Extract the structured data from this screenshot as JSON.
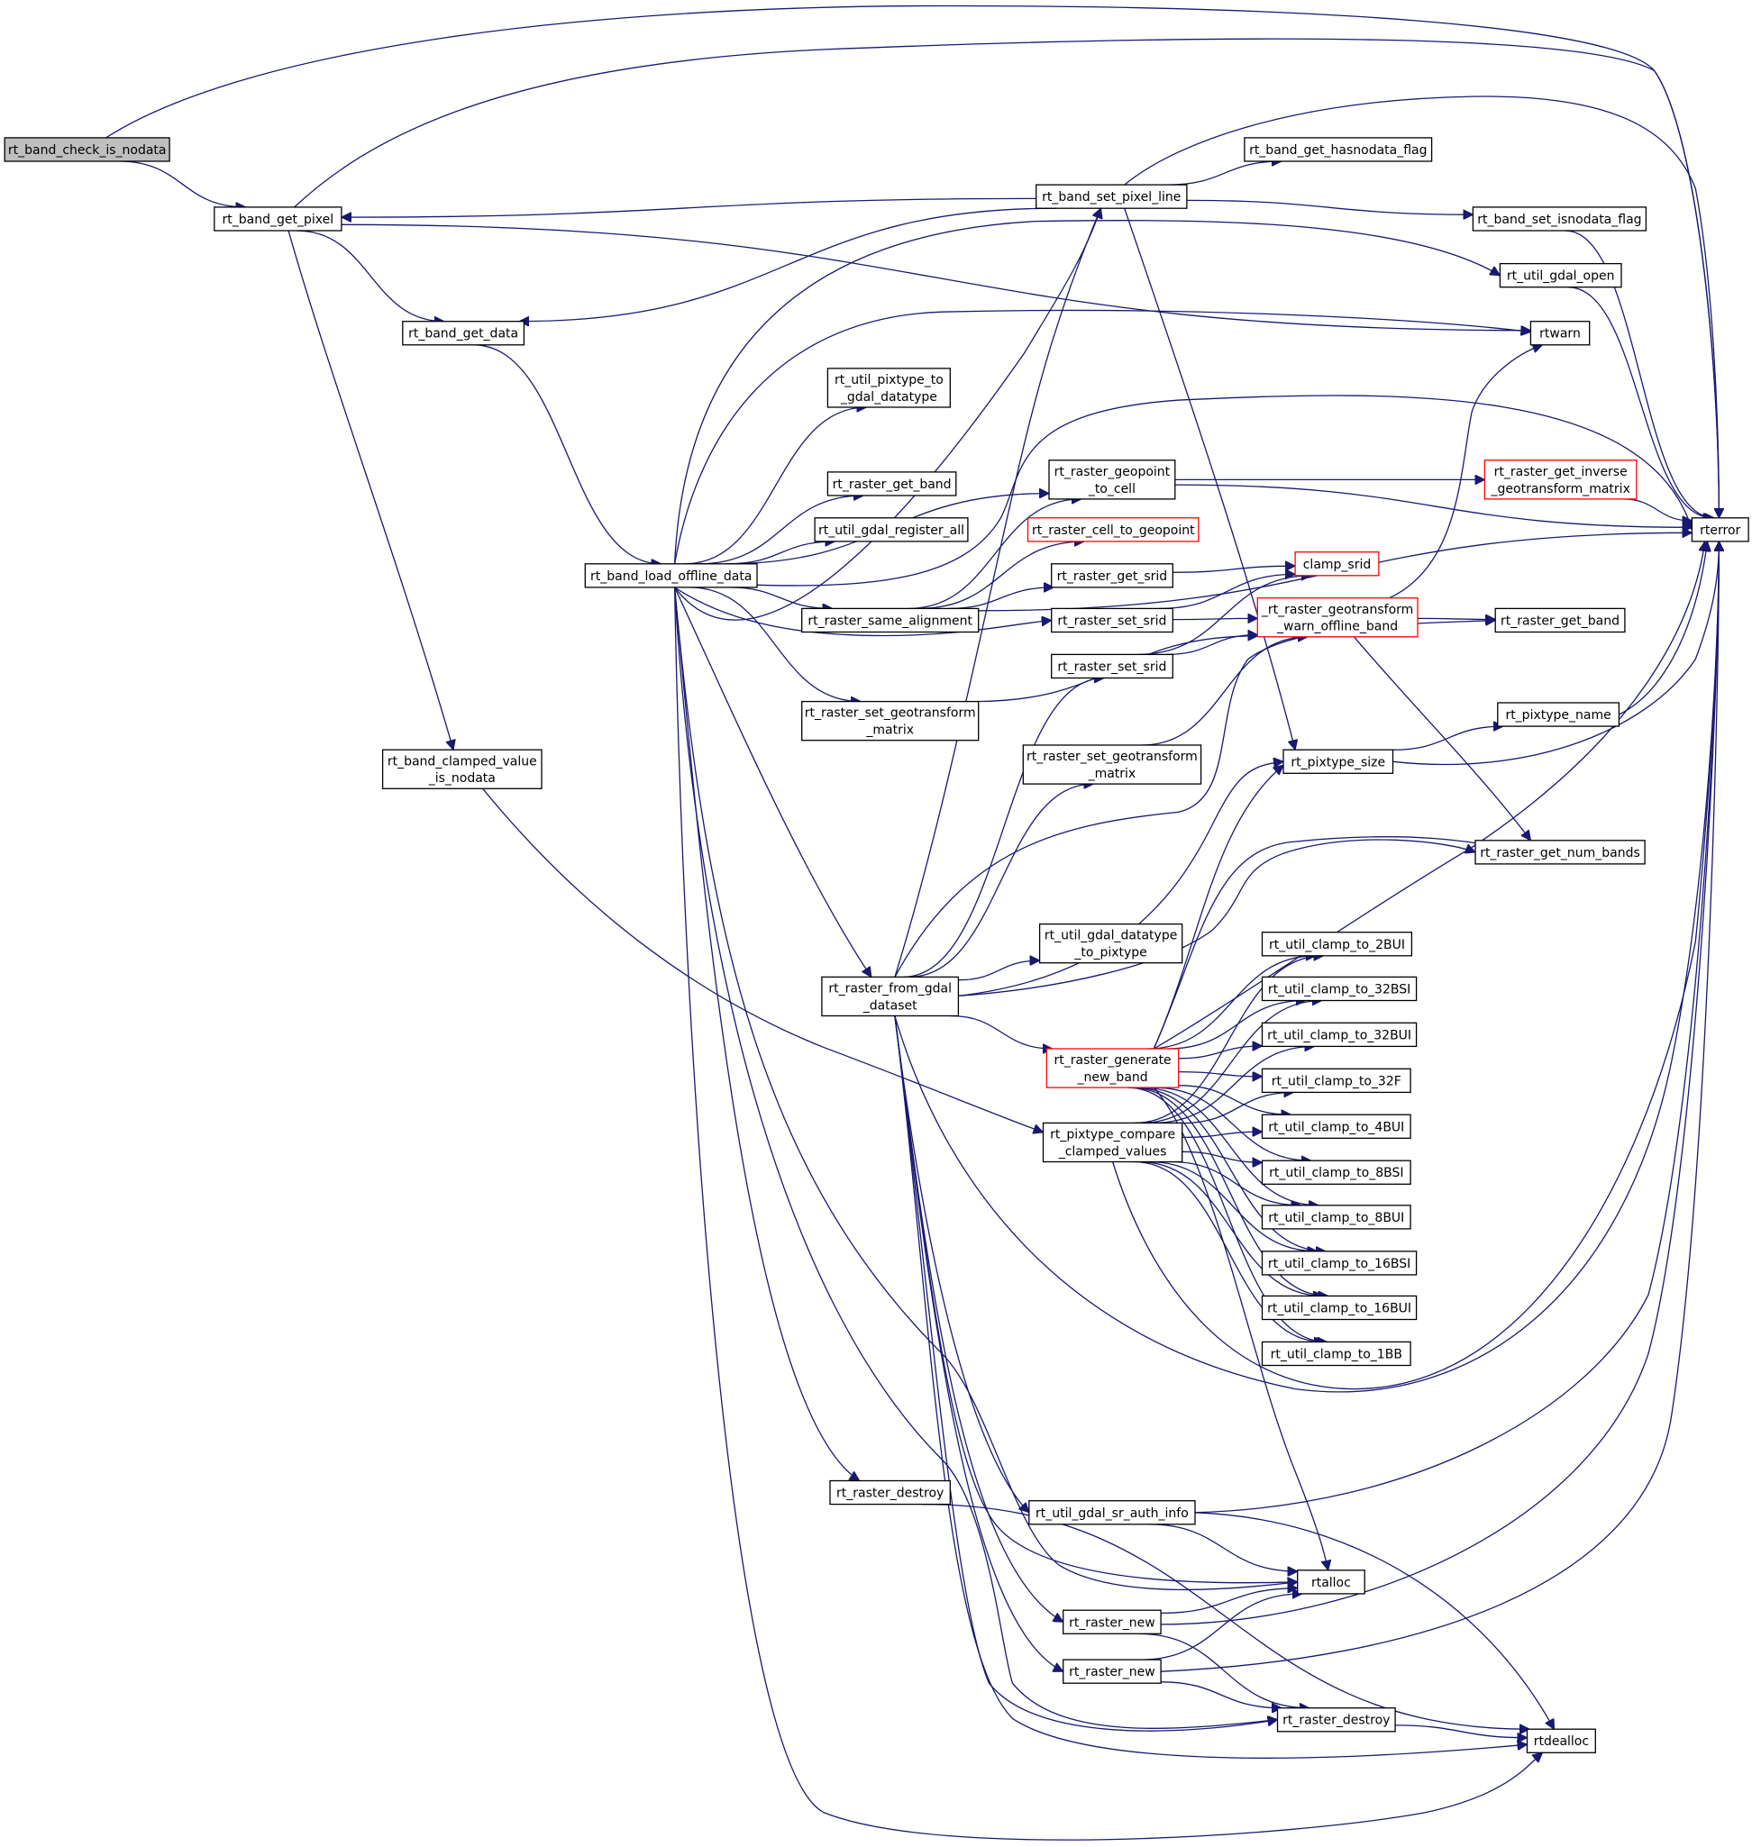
{
  "diagram": {
    "nodes": [
      {
        "id": "n_check",
        "lines": [
          "rt_band_check_is_nodata"
        ],
        "style": "root"
      },
      {
        "id": "n_get_pixel",
        "lines": [
          "rt_band_get_pixel"
        ],
        "style": "normal"
      },
      {
        "id": "n_get_data",
        "lines": [
          "rt_band_get_data"
        ],
        "style": "normal"
      },
      {
        "id": "n_clamped_nodata",
        "lines": [
          "rt_band_clamped_value",
          "_is_nodata"
        ],
        "style": "normal"
      },
      {
        "id": "n_load_offline",
        "lines": [
          "rt_band_load_offline_data"
        ],
        "style": "normal"
      },
      {
        "id": "n_set_pixel_line",
        "lines": [
          "rt_band_set_pixel_line"
        ],
        "style": "normal"
      },
      {
        "id": "n_get_hasnodata",
        "lines": [
          "rt_band_get_hasnodata_flag"
        ],
        "style": "normal"
      },
      {
        "id": "n_set_isnodata",
        "lines": [
          "rt_band_set_isnodata_flag"
        ],
        "style": "normal"
      },
      {
        "id": "n_gdal_open",
        "lines": [
          "rt_util_gdal_open"
        ],
        "style": "normal"
      },
      {
        "id": "n_rtwarn",
        "lines": [
          "rtwarn"
        ],
        "style": "normal"
      },
      {
        "id": "n_rterror",
        "lines": [
          "rterror"
        ],
        "style": "normal"
      },
      {
        "id": "n_pixtype_to_gdal",
        "lines": [
          "rt_util_pixtype_to",
          "_gdal_datatype"
        ],
        "style": "normal"
      },
      {
        "id": "n_get_band1",
        "lines": [
          "rt_raster_get_band"
        ],
        "style": "normal"
      },
      {
        "id": "n_gdal_register",
        "lines": [
          "rt_util_gdal_register_all"
        ],
        "style": "normal"
      },
      {
        "id": "n_same_alignment",
        "lines": [
          "rt_raster_same_alignment"
        ],
        "style": "normal"
      },
      {
        "id": "n_set_geotransform1",
        "lines": [
          "rt_raster_set_geotransform",
          "_matrix"
        ],
        "style": "normal"
      },
      {
        "id": "n_geopoint_to_cell",
        "lines": [
          "rt_raster_geopoint",
          "_to_cell"
        ],
        "style": "normal"
      },
      {
        "id": "n_cell_to_geopoint",
        "lines": [
          "rt_raster_cell_to_geopoint"
        ],
        "style": "red"
      },
      {
        "id": "n_get_srid",
        "lines": [
          "rt_raster_get_srid"
        ],
        "style": "normal"
      },
      {
        "id": "n_set_srid1",
        "lines": [
          "rt_raster_set_srid"
        ],
        "style": "normal"
      },
      {
        "id": "n_set_srid2",
        "lines": [
          "rt_raster_set_srid"
        ],
        "style": "normal"
      },
      {
        "id": "n_set_geotransform2",
        "lines": [
          "rt_raster_set_geotransform",
          "_matrix"
        ],
        "style": "normal"
      },
      {
        "id": "n_clamp_srid",
        "lines": [
          "clamp_srid"
        ],
        "style": "red"
      },
      {
        "id": "n_warn_offline",
        "lines": [
          "_rt_raster_geotransform",
          "_warn_offline_band"
        ],
        "style": "red"
      },
      {
        "id": "n_inverse_geo",
        "lines": [
          "rt_raster_get_inverse",
          "_geotransform_matrix"
        ],
        "style": "red"
      },
      {
        "id": "n_get_band2",
        "lines": [
          "rt_raster_get_band"
        ],
        "style": "normal"
      },
      {
        "id": "n_pixtype_name",
        "lines": [
          "rt_pixtype_name"
        ],
        "style": "normal"
      },
      {
        "id": "n_pixtype_size",
        "lines": [
          "rt_pixtype_size"
        ],
        "style": "normal"
      },
      {
        "id": "n_num_bands",
        "lines": [
          "rt_raster_get_num_bands"
        ],
        "style": "normal"
      },
      {
        "id": "n_from_gdal",
        "lines": [
          "rt_raster_from_gdal",
          "_dataset"
        ],
        "style": "normal"
      },
      {
        "id": "n_gdal_to_pixtype",
        "lines": [
          "rt_util_gdal_datatype",
          "_to_pixtype"
        ],
        "style": "normal"
      },
      {
        "id": "n_generate_band",
        "lines": [
          "rt_raster_generate",
          "_new_band"
        ],
        "style": "red"
      },
      {
        "id": "n_compare_clamped",
        "lines": [
          "rt_pixtype_compare",
          "_clamped_values"
        ],
        "style": "normal"
      },
      {
        "id": "n_c2bui",
        "lines": [
          "rt_util_clamp_to_2BUI"
        ],
        "style": "normal"
      },
      {
        "id": "n_c32bsi",
        "lines": [
          "rt_util_clamp_to_32BSI"
        ],
        "style": "normal"
      },
      {
        "id": "n_c32bui",
        "lines": [
          "rt_util_clamp_to_32BUI"
        ],
        "style": "normal"
      },
      {
        "id": "n_c32f",
        "lines": [
          "rt_util_clamp_to_32F"
        ],
        "style": "normal"
      },
      {
        "id": "n_c4bui",
        "lines": [
          "rt_util_clamp_to_4BUI"
        ],
        "style": "normal"
      },
      {
        "id": "n_c8bsi",
        "lines": [
          "rt_util_clamp_to_8BSI"
        ],
        "style": "normal"
      },
      {
        "id": "n_c8bui",
        "lines": [
          "rt_util_clamp_to_8BUI"
        ],
        "style": "normal"
      },
      {
        "id": "n_c16bsi",
        "lines": [
          "rt_util_clamp_to_16BSI"
        ],
        "style": "normal"
      },
      {
        "id": "n_c16bui",
        "lines": [
          "rt_util_clamp_to_16BUI"
        ],
        "style": "normal"
      },
      {
        "id": "n_c1bb",
        "lines": [
          "rt_util_clamp_to_1BB"
        ],
        "style": "normal"
      },
      {
        "id": "n_destroy1",
        "lines": [
          "rt_raster_destroy"
        ],
        "style": "normal"
      },
      {
        "id": "n_sr_auth",
        "lines": [
          "rt_util_gdal_sr_auth_info"
        ],
        "style": "normal"
      },
      {
        "id": "n_rtalloc",
        "lines": [
          "rtalloc"
        ],
        "style": "normal"
      },
      {
        "id": "n_raster_new1",
        "lines": [
          "rt_raster_new"
        ],
        "style": "normal"
      },
      {
        "id": "n_raster_new2",
        "lines": [
          "rt_raster_new"
        ],
        "style": "normal"
      },
      {
        "id": "n_destroy2",
        "lines": [
          "rt_raster_destroy"
        ],
        "style": "normal"
      },
      {
        "id": "n_rtdealloc",
        "lines": [
          "rtdealloc"
        ],
        "style": "normal"
      }
    ],
    "edges": [
      [
        "n_check",
        "n_get_pixel"
      ],
      [
        "n_check",
        "n_rterror"
      ],
      [
        "n_get_pixel",
        "n_get_data"
      ],
      [
        "n_get_pixel",
        "n_clamped_nodata"
      ],
      [
        "n_get_pixel",
        "n_rterror"
      ],
      [
        "n_get_pixel",
        "n_rtwarn"
      ],
      [
        "n_get_data",
        "n_load_offline"
      ],
      [
        "n_clamped_nodata",
        "n_compare_clamped"
      ],
      [
        "n_set_pixel_line",
        "n_get_pixel"
      ],
      [
        "n_set_pixel_line",
        "n_get_data"
      ],
      [
        "n_set_pixel_line",
        "n_get_hasnodata"
      ],
      [
        "n_set_pixel_line",
        "n_set_isnodata"
      ],
      [
        "n_set_pixel_line",
        "n_rterror"
      ],
      [
        "n_set_pixel_line",
        "n_pixtype_size"
      ],
      [
        "n_set_isnodata",
        "n_rterror"
      ],
      [
        "n_gdal_open",
        "n_rterror"
      ],
      [
        "n_load_offline",
        "n_set_pixel_line"
      ],
      [
        "n_load_offline",
        "n_gdal_open"
      ],
      [
        "n_load_offline",
        "n_rtwarn"
      ],
      [
        "n_load_offline",
        "n_rterror"
      ],
      [
        "n_load_offline",
        "n_pixtype_to_gdal"
      ],
      [
        "n_load_offline",
        "n_get_band1"
      ],
      [
        "n_load_offline",
        "n_gdal_register"
      ],
      [
        "n_load_offline",
        "n_same_alignment"
      ],
      [
        "n_load_offline",
        "n_set_geotransform1"
      ],
      [
        "n_load_offline",
        "n_set_srid1"
      ],
      [
        "n_load_offline",
        "n_geopoint_to_cell"
      ],
      [
        "n_load_offline",
        "n_from_gdal"
      ],
      [
        "n_load_offline",
        "n_destroy1"
      ],
      [
        "n_load_offline",
        "n_rtdealloc"
      ],
      [
        "n_load_offline",
        "n_rtalloc"
      ],
      [
        "n_load_offline",
        "n_destroy2"
      ],
      [
        "n_same_alignment",
        "n_rterror"
      ],
      [
        "n_same_alignment",
        "n_geopoint_to_cell"
      ],
      [
        "n_same_alignment",
        "n_cell_to_geopoint"
      ],
      [
        "n_same_alignment",
        "n_get_srid"
      ],
      [
        "n_geopoint_to_cell",
        "n_inverse_geo"
      ],
      [
        "n_geopoint_to_cell",
        "n_rterror"
      ],
      [
        "n_inverse_geo",
        "n_rterror"
      ],
      [
        "n_get_srid",
        "n_clamp_srid"
      ],
      [
        "n_set_srid1",
        "n_clamp_srid"
      ],
      [
        "n_set_srid1",
        "n_warn_offline"
      ],
      [
        "n_set_srid2",
        "n_clamp_srid"
      ],
      [
        "n_set_srid2",
        "n_warn_offline"
      ],
      [
        "n_set_geotransform1",
        "n_warn_offline"
      ],
      [
        "n_set_geotransform2",
        "n_warn_offline"
      ],
      [
        "n_warn_offline",
        "n_rtwarn"
      ],
      [
        "n_warn_offline",
        "n_get_band2"
      ],
      [
        "n_warn_offline",
        "n_num_bands"
      ],
      [
        "n_pixtype_size",
        "n_pixtype_name"
      ],
      [
        "n_pixtype_size",
        "n_rterror"
      ],
      [
        "n_pixtype_name",
        "n_rterror"
      ],
      [
        "n_from_gdal",
        "n_set_pixel_line"
      ],
      [
        "n_from_gdal",
        "n_set_geotransform2"
      ],
      [
        "n_from_gdal",
        "n_set_srid2"
      ],
      [
        "n_from_gdal",
        "n_gdal_to_pixtype"
      ],
      [
        "n_from_gdal",
        "n_generate_band"
      ],
      [
        "n_from_gdal",
        "n_rterror"
      ],
      [
        "n_from_gdal",
        "n_get_band2"
      ],
      [
        "n_from_gdal",
        "n_pixtype_size"
      ],
      [
        "n_from_gdal",
        "n_num_bands"
      ],
      [
        "n_from_gdal",
        "n_sr_auth"
      ],
      [
        "n_from_gdal",
        "n_raster_new1"
      ],
      [
        "n_from_gdal",
        "n_raster_new2"
      ],
      [
        "n_from_gdal",
        "n_rtalloc"
      ],
      [
        "n_from_gdal",
        "n_rtdealloc"
      ],
      [
        "n_from_gdal",
        "n_destroy2"
      ],
      [
        "n_generate_band",
        "n_pixtype_size"
      ],
      [
        "n_generate_band",
        "n_num_bands"
      ],
      [
        "n_generate_band",
        "n_rterror"
      ],
      [
        "n_generate_band",
        "n_rtalloc"
      ],
      [
        "n_generate_band",
        "n_c2bui"
      ],
      [
        "n_generate_band",
        "n_c32bsi"
      ],
      [
        "n_generate_band",
        "n_c32bui"
      ],
      [
        "n_generate_band",
        "n_c32f"
      ],
      [
        "n_generate_band",
        "n_c4bui"
      ],
      [
        "n_generate_band",
        "n_c8bsi"
      ],
      [
        "n_generate_band",
        "n_c8bui"
      ],
      [
        "n_generate_band",
        "n_c16bsi"
      ],
      [
        "n_generate_band",
        "n_c16bui"
      ],
      [
        "n_generate_band",
        "n_c1bb"
      ],
      [
        "n_compare_clamped",
        "n_c2bui"
      ],
      [
        "n_compare_clamped",
        "n_c32bsi"
      ],
      [
        "n_compare_clamped",
        "n_c32bui"
      ],
      [
        "n_compare_clamped",
        "n_c32f"
      ],
      [
        "n_compare_clamped",
        "n_c4bui"
      ],
      [
        "n_compare_clamped",
        "n_c8bsi"
      ],
      [
        "n_compare_clamped",
        "n_c8bui"
      ],
      [
        "n_compare_clamped",
        "n_c16bsi"
      ],
      [
        "n_compare_clamped",
        "n_c16bui"
      ],
      [
        "n_compare_clamped",
        "n_c1bb"
      ],
      [
        "n_compare_clamped",
        "n_rterror"
      ],
      [
        "n_sr_auth",
        "n_rterror"
      ],
      [
        "n_sr_auth",
        "n_rtalloc"
      ],
      [
        "n_sr_auth",
        "n_rtdealloc"
      ],
      [
        "n_raster_new1",
        "n_rtalloc"
      ],
      [
        "n_raster_new1",
        "n_rterror"
      ],
      [
        "n_raster_new1",
        "n_destroy2"
      ],
      [
        "n_raster_new2",
        "n_rtalloc"
      ],
      [
        "n_raster_new2",
        "n_rterror"
      ],
      [
        "n_raster_new2",
        "n_destroy2"
      ],
      [
        "n_destroy1",
        "n_rtdealloc"
      ],
      [
        "n_destroy2",
        "n_rtdealloc"
      ]
    ],
    "colors": {
      "edge": "#191970",
      "root_fill": "#bfbfbf",
      "red_border": "#ff0000"
    }
  }
}
